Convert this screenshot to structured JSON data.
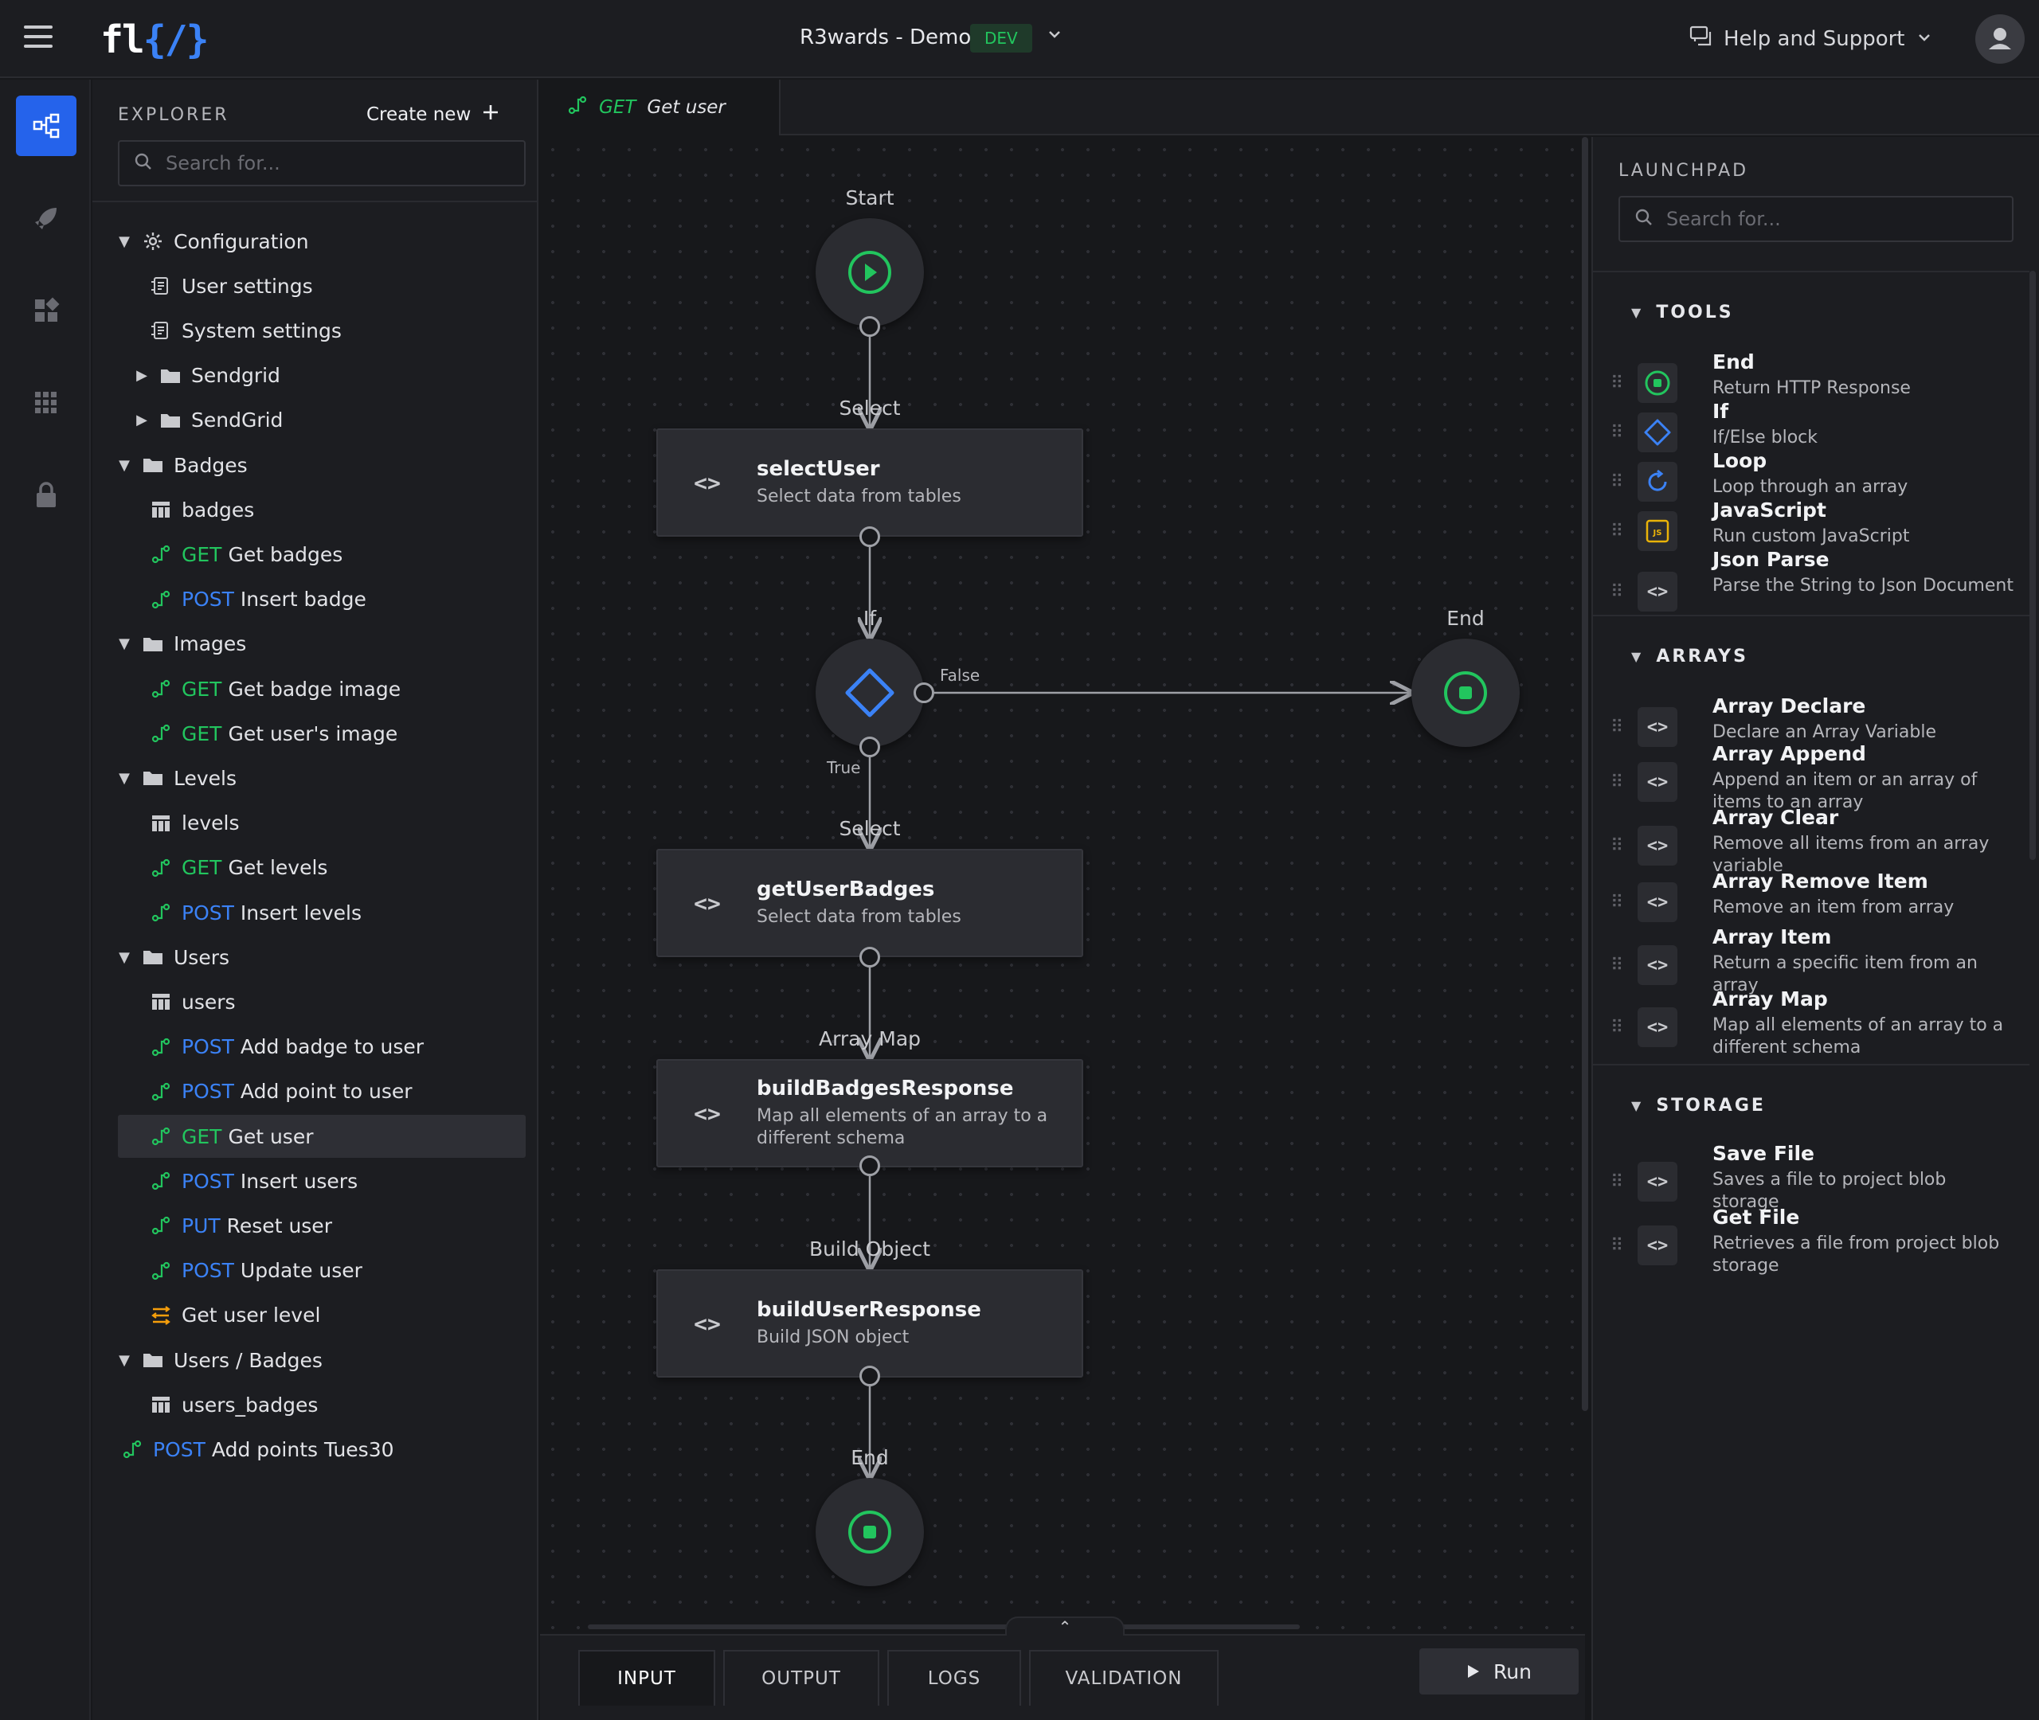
{
  "header": {
    "project_title": "R3wards - Demo",
    "env_badge": "DEV",
    "help_label": "Help and Support",
    "logo_text": "fl{}"
  },
  "explorer": {
    "title": "EXPLORER",
    "create_new": "Create new",
    "search_placeholder": "Search for...",
    "tree": [
      {
        "label": "Configuration",
        "kind": "config",
        "expanded": true
      },
      {
        "label": "User settings",
        "kind": "settings"
      },
      {
        "label": "System settings",
        "kind": "settings"
      },
      {
        "label": "Sendgrid",
        "kind": "folder",
        "expanded": false
      },
      {
        "label": "SendGrid",
        "kind": "folder",
        "expanded": false
      },
      {
        "label": "Badges",
        "kind": "folder",
        "expanded": true
      },
      {
        "label": "badges",
        "kind": "table"
      },
      {
        "method": "GET",
        "label": "Get badges",
        "kind": "endpoint"
      },
      {
        "method": "POST",
        "label": "Insert badge",
        "kind": "endpoint"
      },
      {
        "label": "Images",
        "kind": "folder",
        "expanded": true
      },
      {
        "method": "GET",
        "label": "Get badge image",
        "kind": "endpoint"
      },
      {
        "method": "GET",
        "label": "Get user's image",
        "kind": "endpoint"
      },
      {
        "label": "Levels",
        "kind": "folder",
        "expanded": true
      },
      {
        "label": "levels",
        "kind": "table"
      },
      {
        "method": "GET",
        "label": "Get levels",
        "kind": "endpoint"
      },
      {
        "method": "POST",
        "label": "Insert levels",
        "kind": "endpoint"
      },
      {
        "label": "Users",
        "kind": "folder",
        "expanded": true
      },
      {
        "label": "users",
        "kind": "table"
      },
      {
        "method": "POST",
        "label": "Add badge to user",
        "kind": "endpoint"
      },
      {
        "method": "POST",
        "label": "Add point to user",
        "kind": "endpoint"
      },
      {
        "method": "GET",
        "label": "Get user",
        "kind": "endpoint",
        "selected": true
      },
      {
        "method": "POST",
        "label": "Insert users",
        "kind": "endpoint"
      },
      {
        "method": "PUT",
        "label": "Reset user",
        "kind": "endpoint"
      },
      {
        "method": "POST",
        "label": "Update user",
        "kind": "endpoint"
      },
      {
        "label": "Get user level",
        "kind": "function"
      },
      {
        "label": "Users / Badges",
        "kind": "folder",
        "expanded": true
      },
      {
        "label": "users_badges",
        "kind": "table"
      },
      {
        "method": "POST",
        "label": "Add points Tues30",
        "kind": "endpoint"
      }
    ]
  },
  "editor_tab": {
    "method": "GET",
    "label": "Get user"
  },
  "flow": {
    "start_label": "Start",
    "end_label": "End",
    "if_label": "If",
    "true_label": "True",
    "false_label": "False",
    "nodes": [
      {
        "type_label": "Select",
        "title": "selectUser",
        "subtitle": "Select data from tables"
      },
      {
        "type_label": "Select",
        "title": "getUserBadges",
        "subtitle": "Select data from tables"
      },
      {
        "type_label": "Array Map",
        "title": "buildBadgesResponse",
        "subtitle": "Map all elements of an array to a different schema"
      },
      {
        "type_label": "Build Object",
        "title": "buildUserResponse",
        "subtitle": "Build JSON object"
      }
    ]
  },
  "bottom_panel": {
    "tabs": [
      "INPUT",
      "OUTPUT",
      "LOGS",
      "VALIDATION"
    ],
    "active_tab": "INPUT",
    "run_label": "Run"
  },
  "launchpad": {
    "title": "LAUNCHPAD",
    "search_placeholder": "Search for...",
    "sections": [
      {
        "name": "TOOLS",
        "items": [
          {
            "name": "End",
            "desc": "Return HTTP Response",
            "icon": "end-icon"
          },
          {
            "name": "If",
            "desc": "If/Else block",
            "icon": "if-diamond-icon"
          },
          {
            "name": "Loop",
            "desc": "Loop through an array",
            "icon": "loop-icon"
          },
          {
            "name": "JavaScript",
            "desc": "Run custom JavaScript",
            "icon": "js-icon"
          },
          {
            "name": "Json Parse",
            "desc": "Parse the String to Json Document",
            "icon": "code-icon"
          }
        ]
      },
      {
        "name": "ARRAYS",
        "items": [
          {
            "name": "Array Declare",
            "desc": "Declare an Array Variable",
            "icon": "code-icon"
          },
          {
            "name": "Array Append",
            "desc": "Append an item or an array of items to an array",
            "icon": "code-icon"
          },
          {
            "name": "Array Clear",
            "desc": "Remove all items from an array variable",
            "icon": "code-icon"
          },
          {
            "name": "Array Remove Item",
            "desc": "Remove an item from array",
            "icon": "code-icon"
          },
          {
            "name": "Array Item",
            "desc": "Return a specific item from an array",
            "icon": "code-icon"
          },
          {
            "name": "Array Map",
            "desc": "Map all elements of an array to a different schema",
            "icon": "code-icon"
          }
        ]
      },
      {
        "name": "STORAGE",
        "items": [
          {
            "name": "Save File",
            "desc": "Saves a file to project blob storage",
            "icon": "code-icon"
          },
          {
            "name": "Get File",
            "desc": "Retrieves a file from project blob storage",
            "icon": "code-icon"
          }
        ]
      }
    ]
  },
  "colors": {
    "accent_blue": "#2563eb",
    "get_green": "#22c55e",
    "post_blue": "#3b82f6",
    "function_orange": "#f59e0b",
    "js_yellow": "#eab308"
  }
}
